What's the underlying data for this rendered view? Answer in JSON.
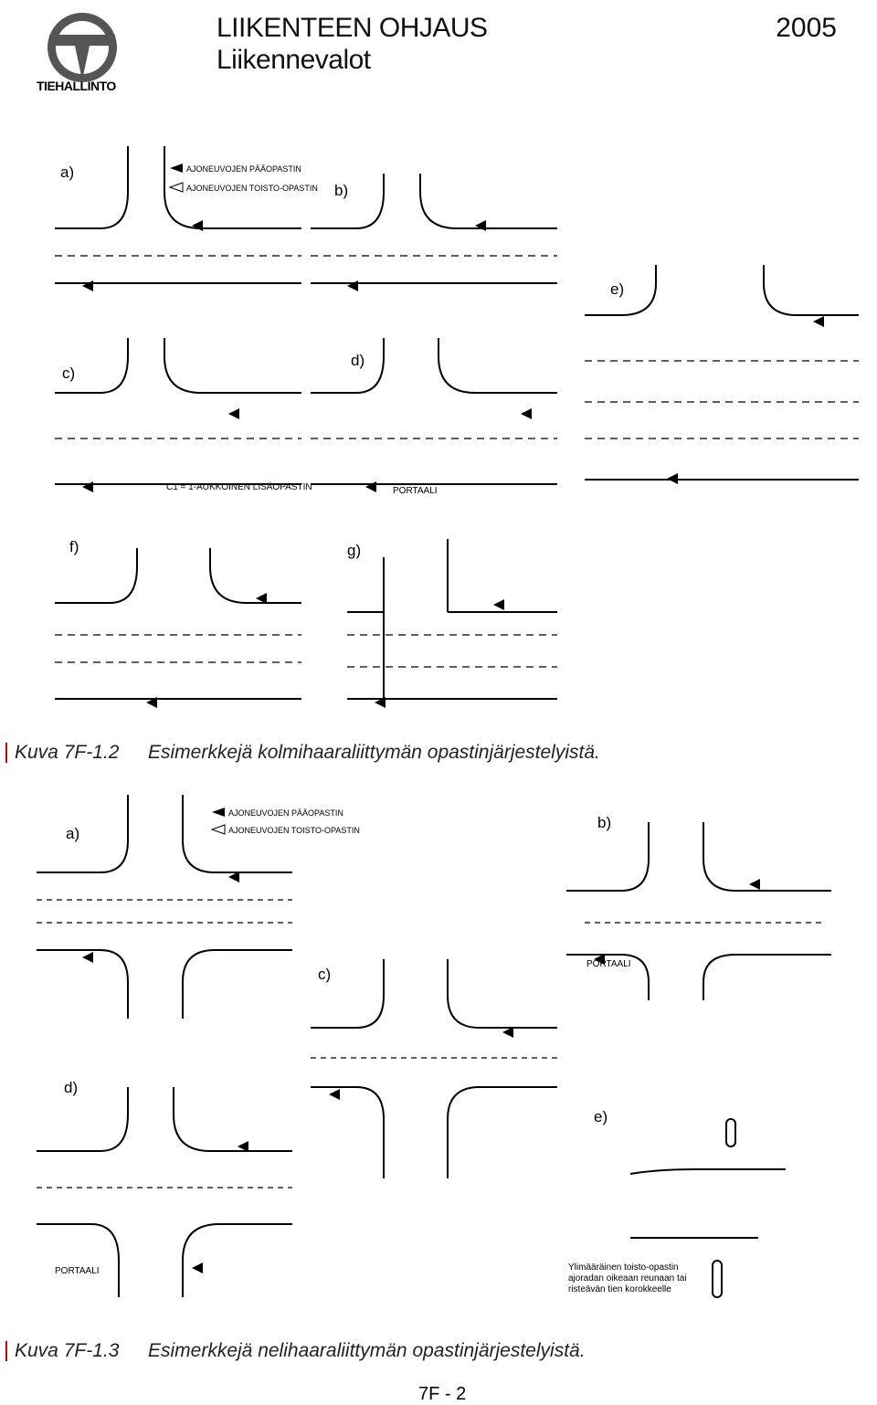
{
  "header": {
    "logo_text": "TIEHALLINTO",
    "title_line1": "LIIKENTEEN OHJAUS",
    "title_line2": "Liikennevalot",
    "year": "2005"
  },
  "legend": {
    "main_signal": "AJONEUVOJEN PÄÄOPASTIN",
    "repeat_signal": "AJONEUVOJEN TOISTO-OPASTIN"
  },
  "figure1": {
    "panels": {
      "a": "a)",
      "b": "b)",
      "c": "c)",
      "d": "d)",
      "e": "e)",
      "f": "f)",
      "g": "g)"
    },
    "notes": {
      "c1_note": "C1 = 1-AUKKOINEN LISÄOPASTIN",
      "portaali": "PORTAALI"
    },
    "caption_number": "Kuva 7F-1.2",
    "caption_text": "Esimerkkejä kolmihaaraliittymän opastinjärjestelyistä."
  },
  "figure2": {
    "panels": {
      "a": "a)",
      "b": "b)",
      "c": "c)",
      "d": "d)",
      "e": "e)"
    },
    "notes": {
      "portaali_b": "PORTAALI",
      "portaali_d": "PORTAALI",
      "extra_line1": "Ylimääräinen toisto-opastin",
      "extra_line2": "ajoradan oikeaan reunaan tai",
      "extra_line3": "risteävän tien korokkeelle"
    },
    "caption_number": "Kuva 7F-1.3",
    "caption_text": "Esimerkkejä nelihaaraliittymän opastinjärjestelyistä."
  },
  "footer": {
    "page": "7F - 2"
  }
}
